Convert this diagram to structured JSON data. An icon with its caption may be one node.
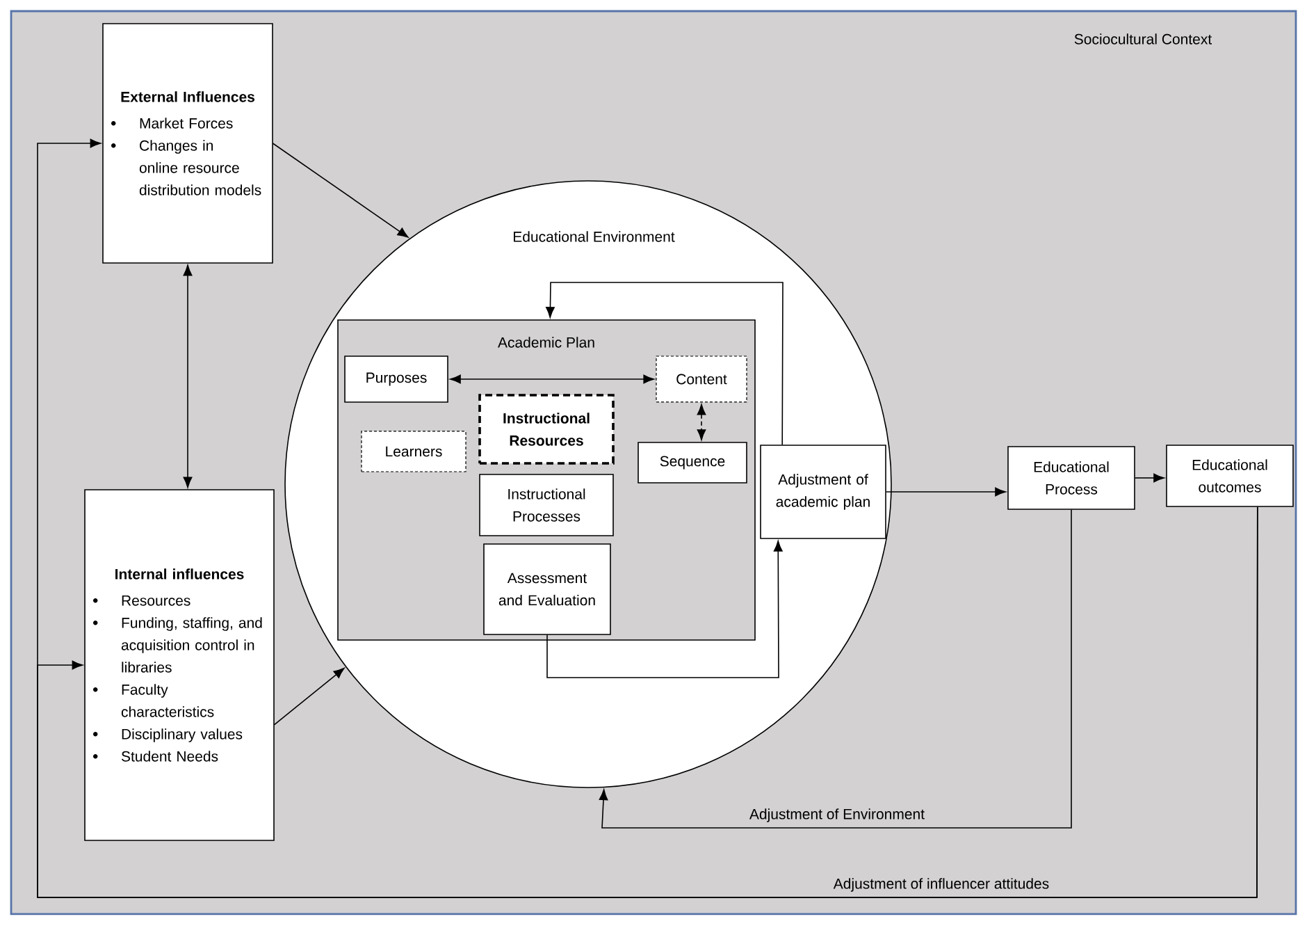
{
  "diagram": {
    "nodes": [
      {
        "text": [
          "Sociocultural Context"
        ]
      },
      {
        "text": [
          "External Influences",
          "Market Forces",
          "Changes in online resource distribution models"
        ],
        "in": 0
      },
      {
        "text": [
          "Educational Environment"
        ],
        "in": 0
      },
      {
        "text": [
          "Academic Plan"
        ],
        "in": 2
      },
      {
        "text": [
          "Purposes"
        ],
        "in": 3
      },
      {
        "text": [
          "Content"
        ],
        "in": 3
      },
      {
        "text": [
          "Instructional Resources"
        ],
        "in": 3
      },
      {
        "text": [
          "Learners"
        ],
        "in": 3
      },
      {
        "text": [
          "Sequence"
        ],
        "in": 3
      },
      {
        "text": [
          "Instructional Processes"
        ],
        "in": 3
      },
      {
        "text": [
          "Assessment and Evaluation"
        ],
        "in": 3
      },
      {
        "text": [
          "Adjustment of academic plan"
        ],
        "in": 2
      },
      {
        "text": [
          "Internal influences",
          "Resources",
          "Funding, staffing, and acquisition control in libraries",
          "Faculty characteristics",
          "Disciplinary values",
          "Student Needs"
        ],
        "in": 0
      },
      {
        "text": [
          "Educational Process"
        ],
        "in": 0
      },
      {
        "text": [
          "Educational outcomes"
        ],
        "in": 0
      }
    ],
    "edges": [
      {
        "from": 1,
        "to": 2,
        "arrow": "to"
      },
      {
        "from": 12,
        "to": 2,
        "arrow": "to"
      },
      {
        "from": 1,
        "to": 12,
        "arrow": "both"
      },
      {
        "from": 4,
        "to": 5,
        "arrow": "both"
      },
      {
        "from": 5,
        "to": 8,
        "arrow": "both",
        "style": "dashed"
      },
      {
        "from": 10,
        "to": 11,
        "arrow": "to"
      },
      {
        "from": 11,
        "to": 3,
        "arrow": "to"
      },
      {
        "from": 11,
        "to": 13,
        "arrow": "to"
      },
      {
        "from": 13,
        "to": 14,
        "arrow": "to"
      },
      {
        "from": 13,
        "to": 2,
        "arrow": "to",
        "label": "Adjustment of Environment"
      },
      {
        "from": 14,
        "to": 12,
        "arrow": "to",
        "label": "Adjustment of influencer attitudes"
      },
      {
        "from": 14,
        "to": 1,
        "arrow": "to"
      }
    ]
  }
}
